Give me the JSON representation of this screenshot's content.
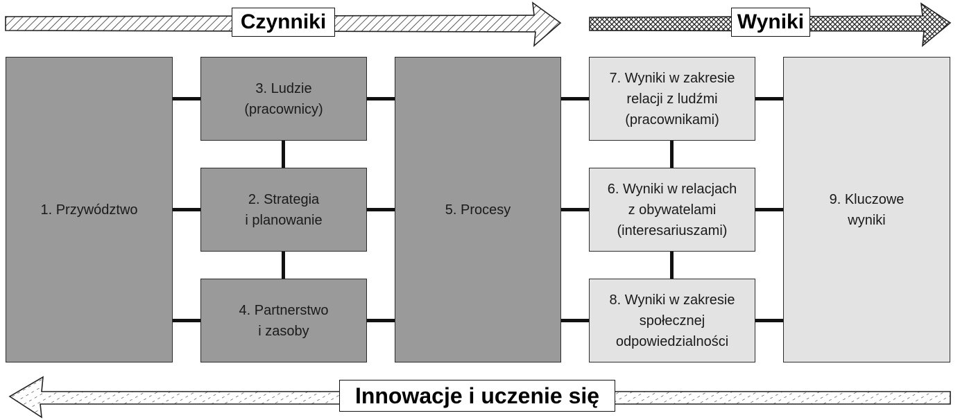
{
  "arrows": {
    "factors_label": "Czynniki",
    "results_label": "Wyniki",
    "innovation_label": "Innowacje i uczenie się"
  },
  "boxes": {
    "leadership": "1. Przywództwo",
    "strategy": "2. Strategia\ni planowanie",
    "people": "3. Ludzie\n(pracownicy)",
    "partnerships": "4. Partnerstwo\ni zasoby",
    "processes": "5. Procesy",
    "citizen_results": "6. Wyniki w relacjach\nz obywatelami\n(interesariuszami)",
    "people_results": "7. Wyniki w zakresie\nrelacji z ludźmi\n(pracownikami)",
    "society_results": "8. Wyniki w zakresie\nspołecznej\nodpowiedzialności",
    "key_results": "9. Kluczowe\nwyniki"
  },
  "colors": {
    "enabler_fill": "#9a9a9a",
    "result_fill": "#e3e3e3",
    "connector": "#111111"
  }
}
